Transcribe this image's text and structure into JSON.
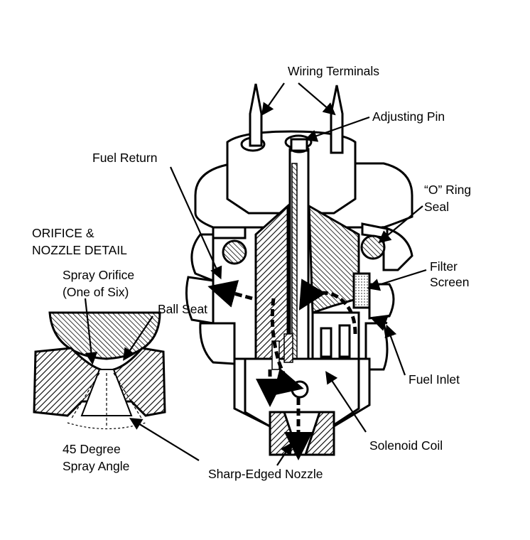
{
  "diagram": {
    "labels": {
      "wiring_terminals": "Wiring Terminals",
      "adjusting_pin": "Adjusting Pin",
      "fuel_return": "Fuel Return",
      "o_ring_seal_1": "“O” Ring",
      "o_ring_seal_2": "Seal",
      "orifice_detail_1": "ORIFICE &",
      "orifice_detail_2": "NOZZLE DETAIL",
      "spray_orifice_1": "Spray Orifice",
      "spray_orifice_2": "(One of Six)",
      "ball_seat": "Ball Seat",
      "filter_screen_1": "Filter",
      "filter_screen_2": "Screen",
      "fuel_inlet": "Fuel Inlet",
      "spray_angle_1": "45 Degree",
      "spray_angle_2": "Spray Angle",
      "solenoid_coil": "Solenoid Coil",
      "sharp_edged_nozzle": "Sharp-Edged Nozzle"
    },
    "colors": {
      "ink": "#000000",
      "paper": "#ffffff",
      "hatch": "#000000"
    }
  }
}
